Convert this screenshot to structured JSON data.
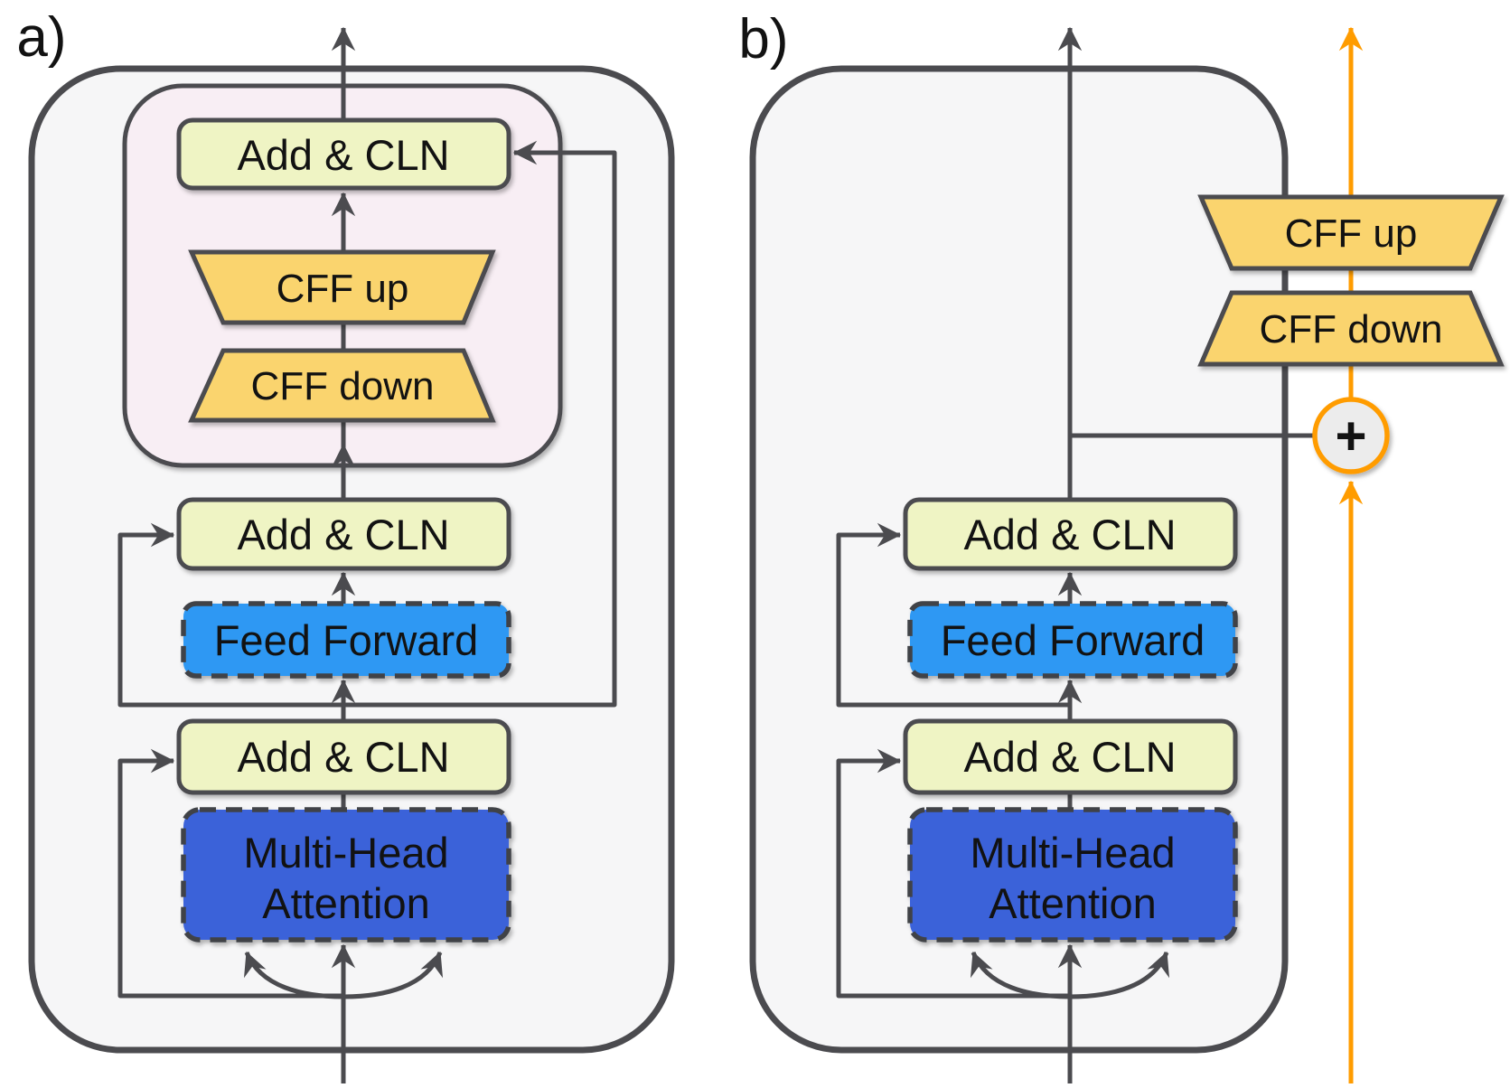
{
  "panel_a": {
    "label": "a)",
    "nodes": {
      "adapter_add_cln": "Add & CLN",
      "cff_up": "CFF up",
      "cff_down": "CFF down",
      "add_cln_ff": "Add & CLN",
      "feed_forward": "Feed Forward",
      "add_cln_attn": "Add & CLN",
      "mha_line1": "Multi-Head",
      "mha_line2": "Attention"
    }
  },
  "panel_b": {
    "label": "b)",
    "nodes": {
      "cff_up": "CFF up",
      "cff_down": "CFF down",
      "sum": "+",
      "add_cln_ff": "Add & CLN",
      "feed_forward": "Feed Forward",
      "add_cln_attn": "Add & CLN",
      "mha_line1": "Multi-Head",
      "mha_line2": "Attention"
    }
  },
  "colors": {
    "outline_dark": "#4b4b4f",
    "panel_fill": "#f6f6f7",
    "adapter_panel_fill": "#f8eef4",
    "add_cln_fill": "#eff4c4",
    "cff_fill": "#fad46e",
    "feed_forward_fill": "#2f98f3",
    "mha_fill": "#3a62d9",
    "adapter_path_orange": "#ff9c00",
    "sum_circle_fill": "#ececec"
  }
}
